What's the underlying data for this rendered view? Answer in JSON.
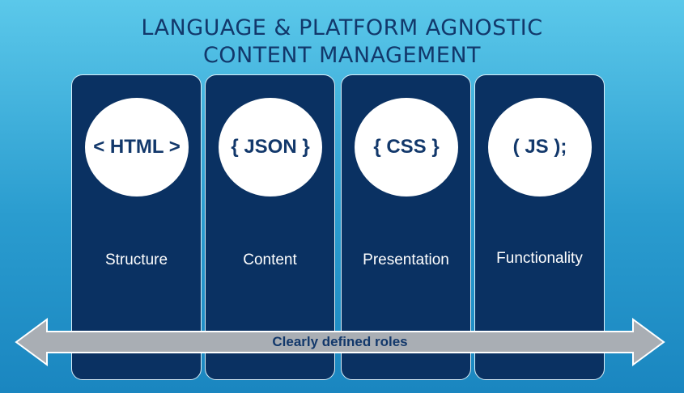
{
  "title": {
    "line1": "LANGUAGE & PLATFORM AGNOSTIC",
    "line2": "CONTENT MANAGEMENT"
  },
  "columns": [
    {
      "badge": "< HTML >",
      "label": "Structure"
    },
    {
      "badge": "{ JSON }",
      "label": "Content"
    },
    {
      "badge": "{ CSS }",
      "label": "Presentation"
    },
    {
      "badge": "( JS );",
      "label": "Functionality"
    }
  ],
  "arrow": {
    "label": "Clearly defined roles"
  },
  "colors": {
    "panel": "#0a3162",
    "title": "#12386b",
    "arrow_fill": "#a9aeb4",
    "background_top": "#5bc8ea",
    "background_bottom": "#1a86c0"
  }
}
